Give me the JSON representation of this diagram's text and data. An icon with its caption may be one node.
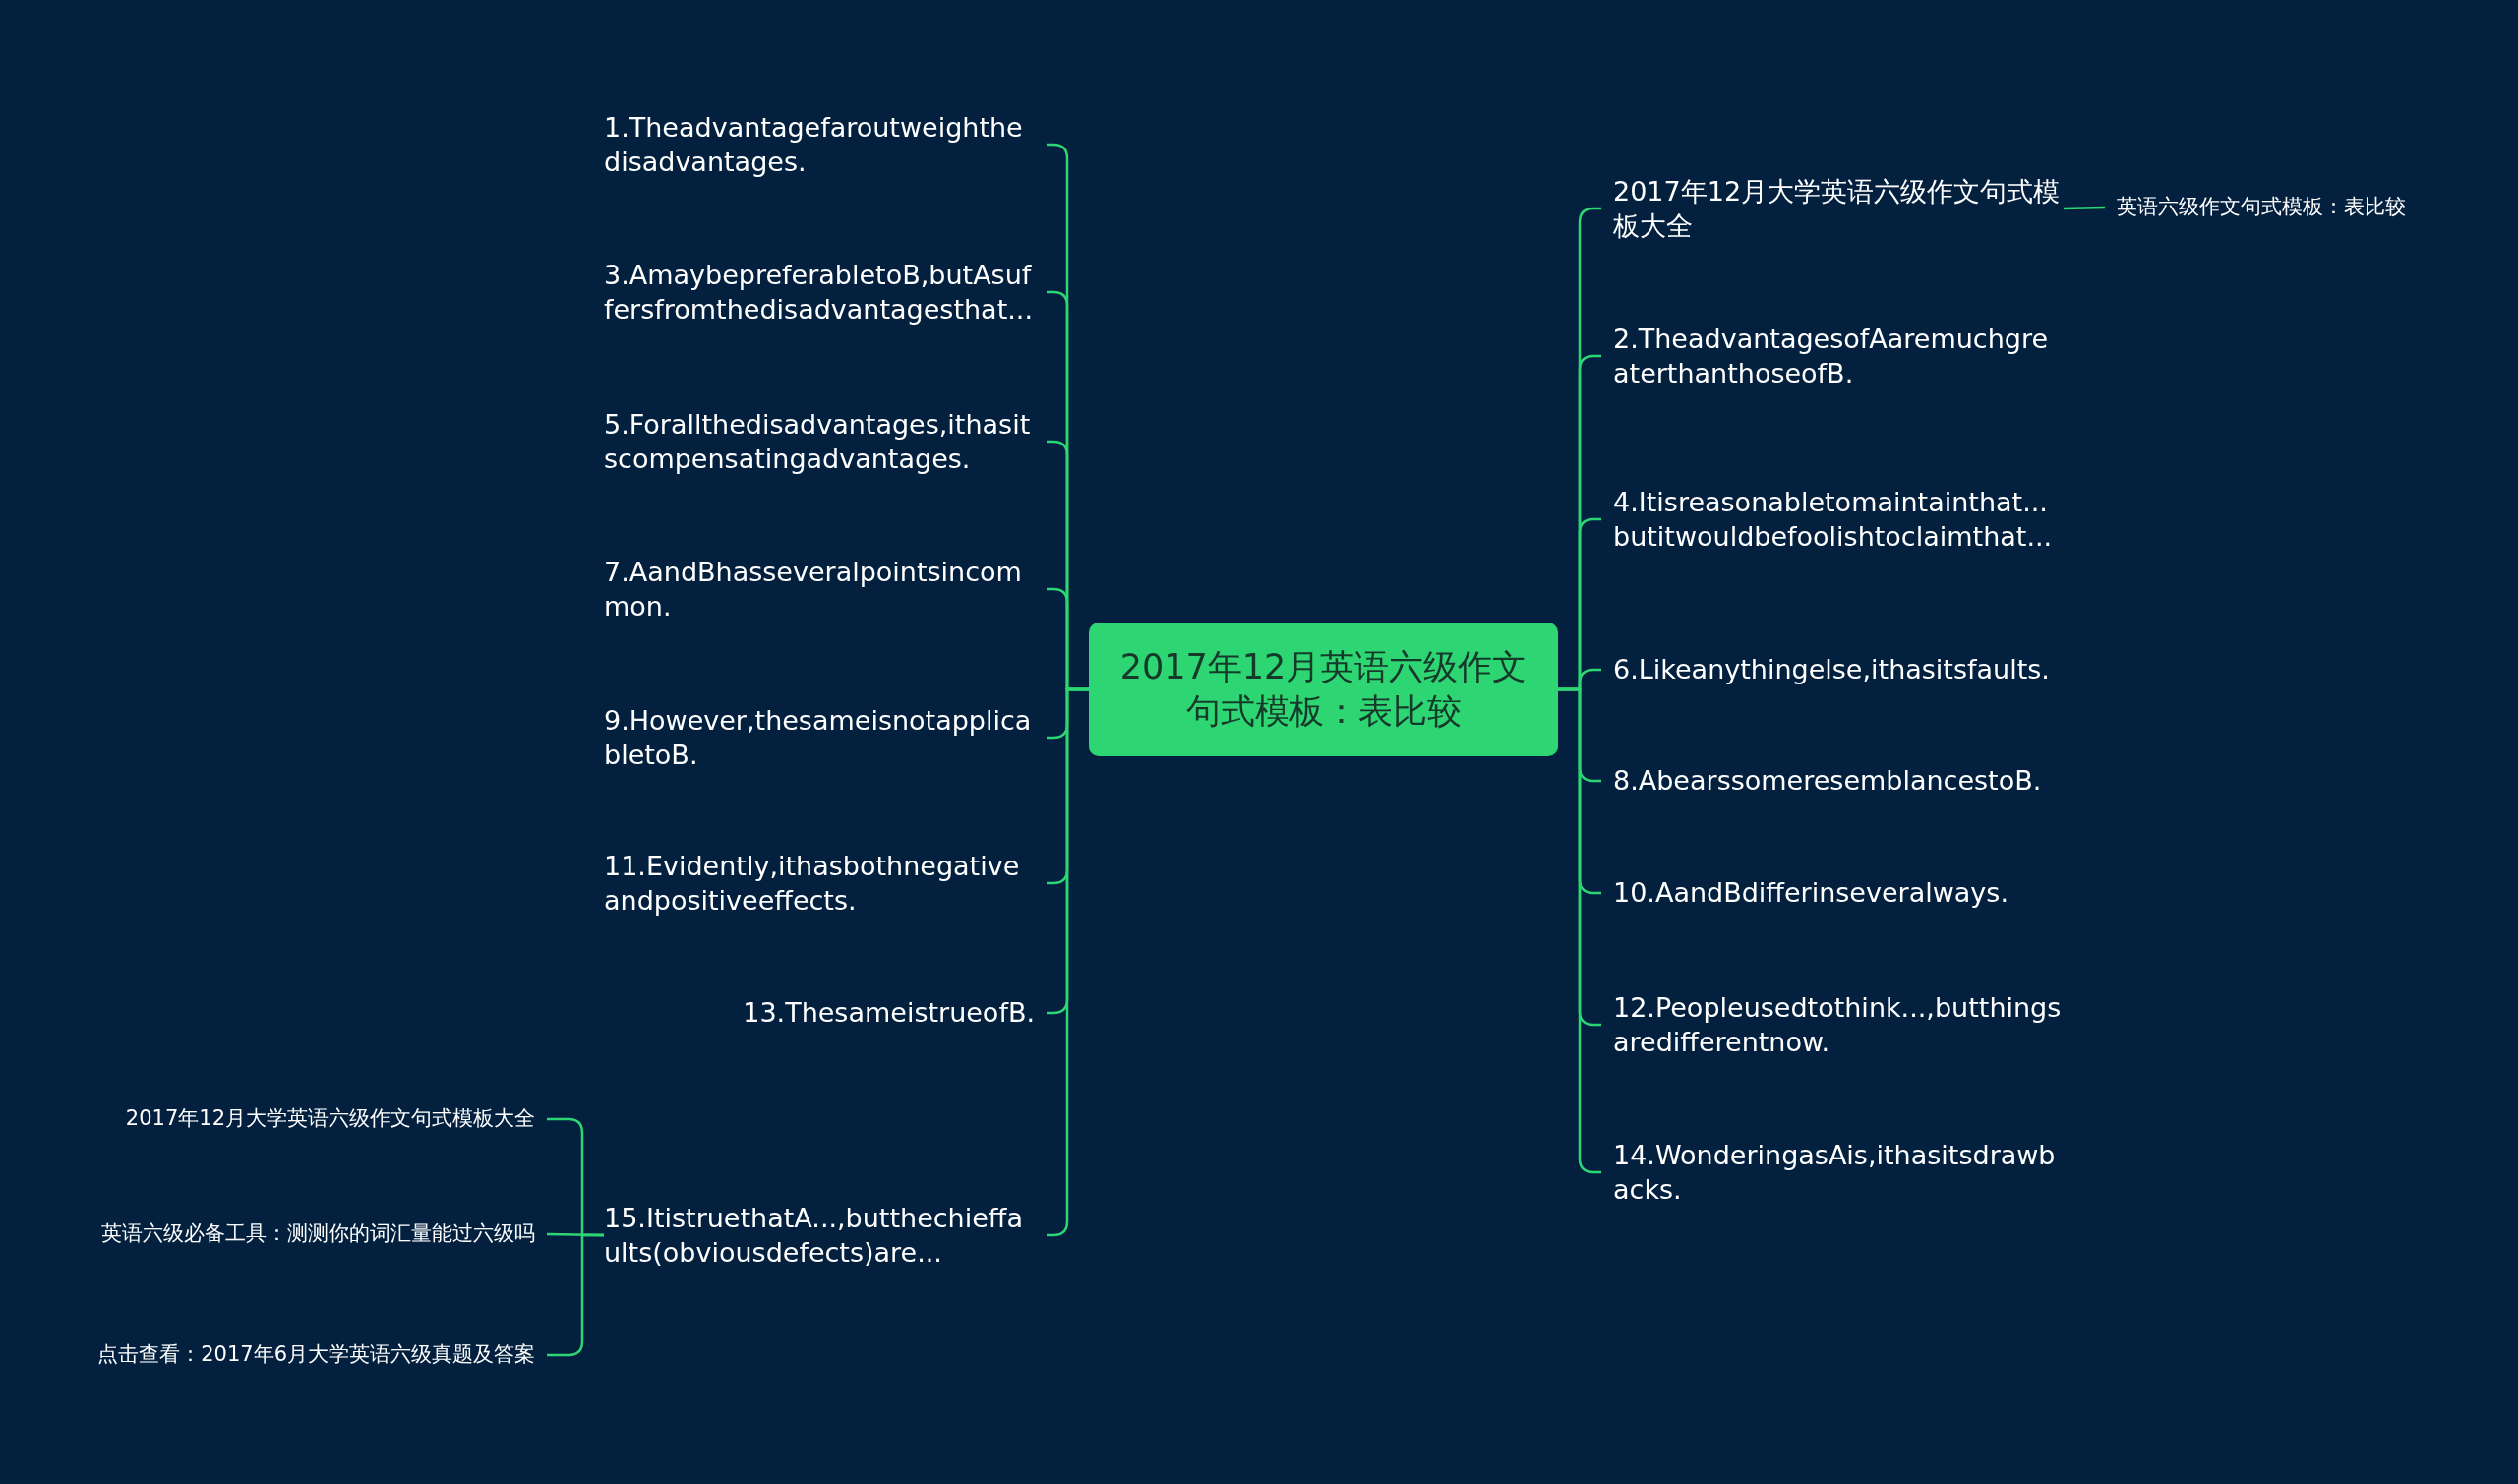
{
  "diagram": {
    "nodes": [
      {
        "text": [
          "2017年12月英语六级作文句式模板：表比较"
        ]
      },
      {
        "text": [
          "1.Theadvantagefaroutweighthedisadvantages."
        ]
      },
      {
        "text": [
          "3.AmaybepreferabletoB,butAsuffersfromthedisadvantagesthat..."
        ]
      },
      {
        "text": [
          "5.Forallthedisadvantages,ithasitscompensatingadvantages."
        ]
      },
      {
        "text": [
          "7.AandBhasseveralpointsincommon."
        ]
      },
      {
        "text": [
          "9.However,thesameisnotapplicabletoB."
        ]
      },
      {
        "text": [
          "11.Evidently,ithasbothnegativeandpositiveeffects."
        ]
      },
      {
        "text": [
          "13.ThesameistrueofB."
        ]
      },
      {
        "text": [
          "15.ItistruethatA...,butthechieffaults(obviousdefects)are..."
        ]
      },
      {
        "text": [
          "2017年12月大学英语六级作文句式模板大全"
        ]
      },
      {
        "text": [
          "英语六级必备工具：测测你的词汇量能过六级吗"
        ]
      },
      {
        "text": [
          "点击查看：2017年6月大学英语六级真题及答案"
        ]
      },
      {
        "text": [
          "2017年12月大学英语六级作文句式模板大全"
        ]
      },
      {
        "text": [
          "2.TheadvantagesofAaremuchgreaterthanthoseofB."
        ]
      },
      {
        "text": [
          "4.Itisreasonabletomaintainthat...butitwouldbefoolishtoclaimthat..."
        ]
      },
      {
        "text": [
          "6.Likeanythingelse,ithasitsfaults."
        ]
      },
      {
        "text": [
          "8.AbearssomeresemblancestoB."
        ]
      },
      {
        "text": [
          "10.AandBdifferinseveralways."
        ]
      },
      {
        "text": [
          "12.Peopleusedtothink...,butthingsaredifferentnow."
        ]
      },
      {
        "text": [
          "14.WonderingasAis,ithasitsdrawbacks."
        ]
      },
      {
        "text": [
          "英语六级作文句式模板：表比较"
        ]
      }
    ],
    "edges": [
      {
        "from": 0,
        "to": 1,
        "arrow": "none"
      },
      {
        "from": 0,
        "to": 2,
        "arrow": "none"
      },
      {
        "from": 0,
        "to": 3,
        "arrow": "none"
      },
      {
        "from": 0,
        "to": 4,
        "arrow": "none"
      },
      {
        "from": 0,
        "to": 5,
        "arrow": "none"
      },
      {
        "from": 0,
        "to": 6,
        "arrow": "none"
      },
      {
        "from": 0,
        "to": 7,
        "arrow": "none"
      },
      {
        "from": 0,
        "to": 8,
        "arrow": "none"
      },
      {
        "from": 8,
        "to": 9,
        "arrow": "none"
      },
      {
        "from": 8,
        "to": 10,
        "arrow": "none"
      },
      {
        "from": 8,
        "to": 11,
        "arrow": "none"
      },
      {
        "from": 0,
        "to": 12,
        "arrow": "none"
      },
      {
        "from": 0,
        "to": 13,
        "arrow": "none"
      },
      {
        "from": 0,
        "to": 14,
        "arrow": "none"
      },
      {
        "from": 0,
        "to": 15,
        "arrow": "none"
      },
      {
        "from": 0,
        "to": 16,
        "arrow": "none"
      },
      {
        "from": 0,
        "to": 17,
        "arrow": "none"
      },
      {
        "from": 0,
        "to": 18,
        "arrow": "none"
      },
      {
        "from": 0,
        "to": 19,
        "arrow": "none"
      },
      {
        "from": 12,
        "to": 20,
        "arrow": "none"
      }
    ]
  }
}
